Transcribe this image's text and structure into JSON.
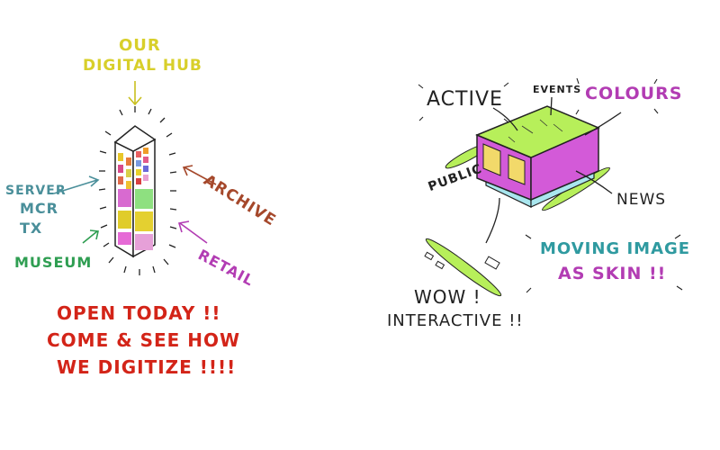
{
  "left_sketch": {
    "title_line1": "OUR",
    "title_line2": "DIGITAL HUB",
    "label_server": "SERVER",
    "label_mcr": "MCR",
    "label_tx": "TX",
    "label_museum": "MUSEUM",
    "label_archive": "ARCHIVE",
    "label_retail": "RETAIL",
    "tagline_line1": "OPEN TODAY !!",
    "tagline_line2": "COME & SEE HOW",
    "tagline_line3": "WE DIGITIZE !!!!"
  },
  "right_sketch": {
    "label_active": "ACTIVE",
    "label_events": "EVENTS",
    "label_colours": "COLOURS",
    "label_public": "PUBLIC",
    "label_news": "NEWS",
    "skin_line1": "MOVING IMAGE",
    "skin_line2": "AS SKIN !!",
    "wow_line1": "WOW !",
    "wow_line2": "INTERACTIVE !!"
  },
  "colors": {
    "yellow": "#d8cf2a",
    "teal": "#4a8f9a",
    "green": "#2f9e52",
    "brown": "#a5482b",
    "purple": "#b23cb3",
    "red": "#d32418",
    "lime": "#b7ef5a",
    "magenta": "#d35ad8",
    "ink": "#222222"
  }
}
